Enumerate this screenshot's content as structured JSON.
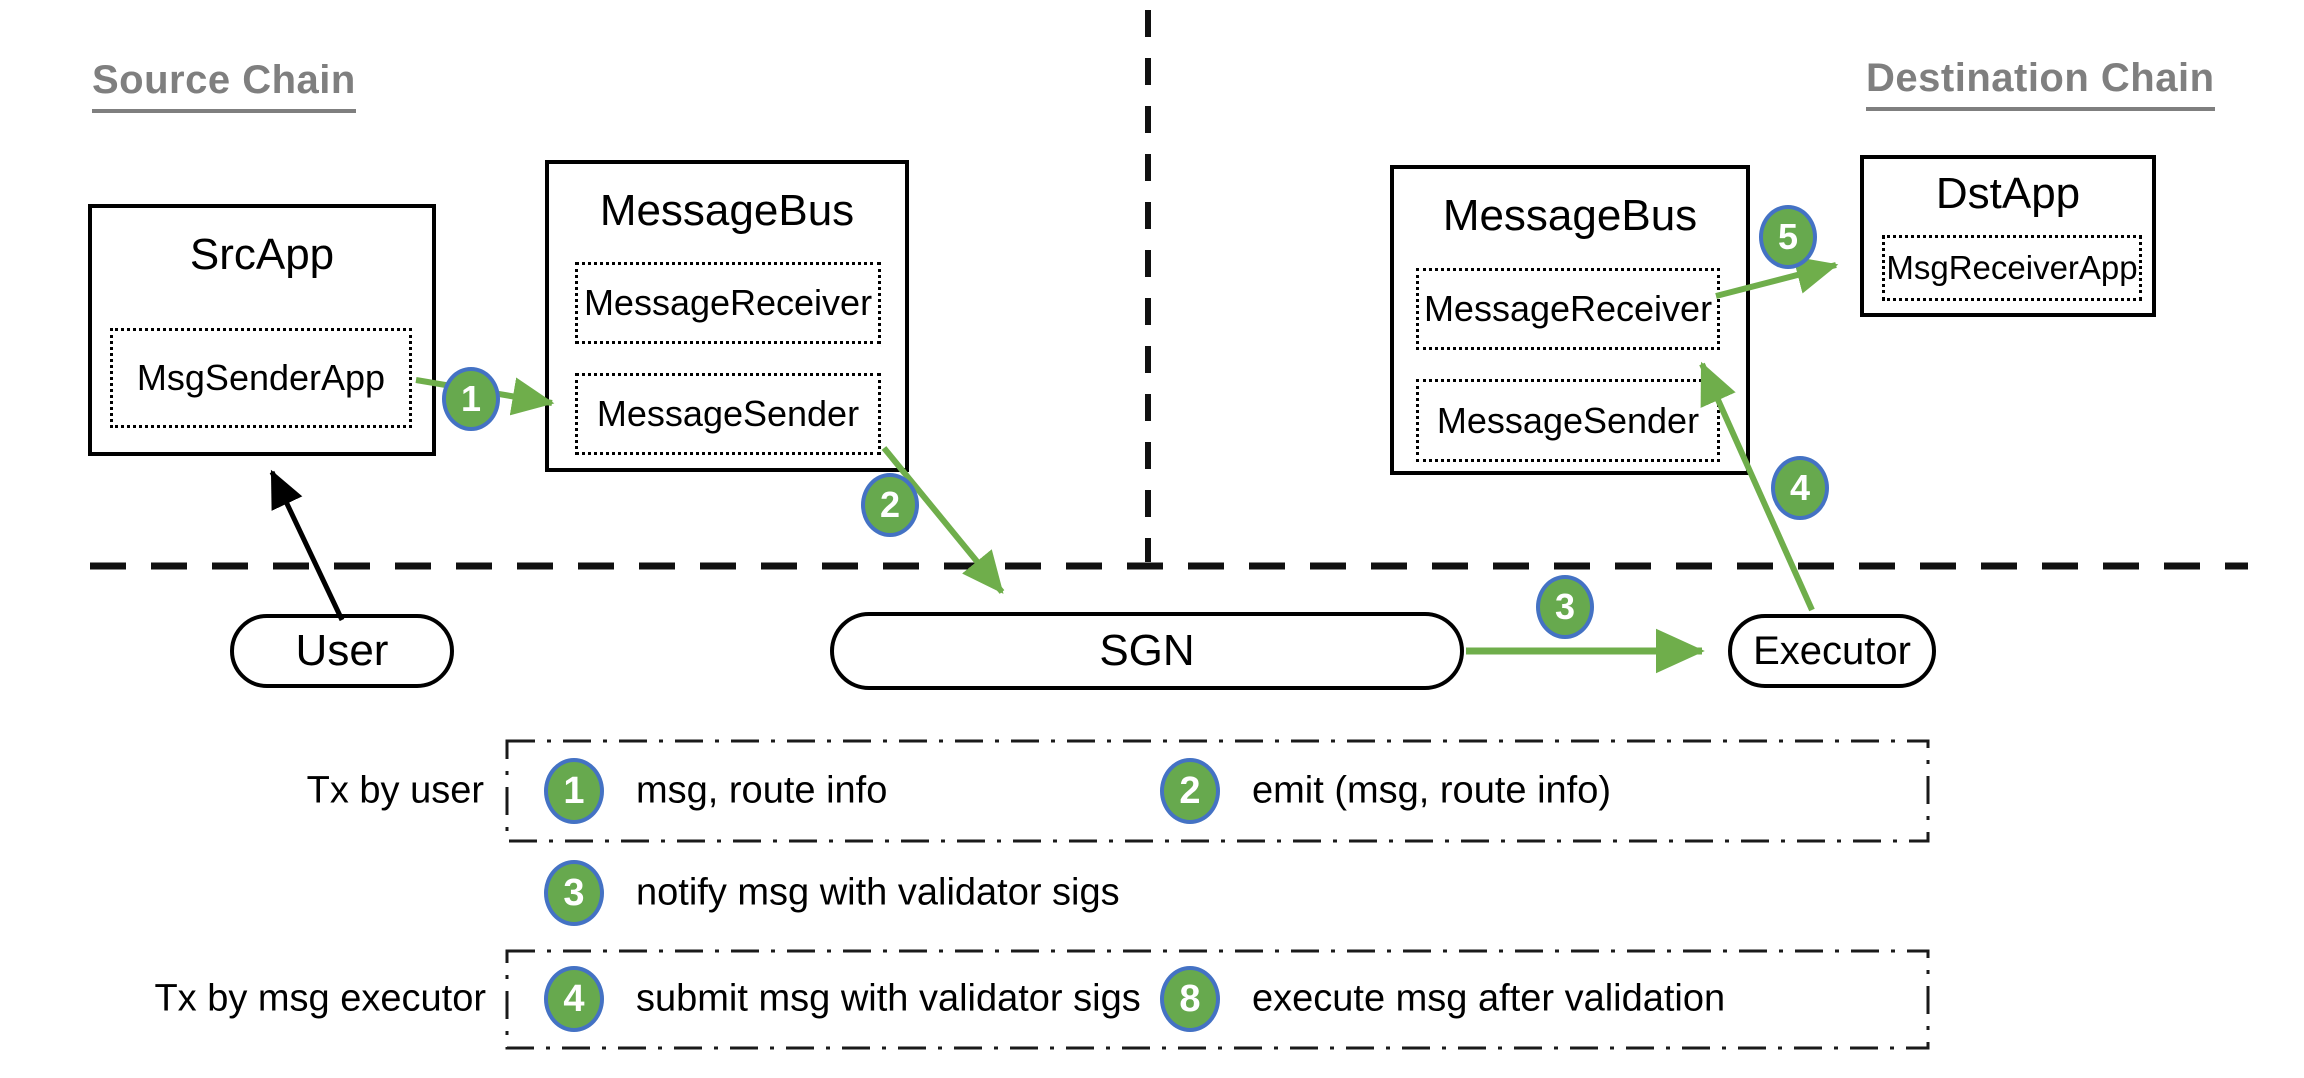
{
  "headings": {
    "source": "Source Chain",
    "destination": "Destination Chain"
  },
  "source_chain": {
    "src_app": {
      "title": "SrcApp",
      "inner": "MsgSenderApp"
    },
    "message_bus": {
      "title": "MessageBus",
      "receiver": "MessageReceiver",
      "sender": "MessageSender"
    }
  },
  "destination_chain": {
    "message_bus": {
      "title": "MessageBus",
      "receiver": "MessageReceiver",
      "sender": "MessageSender"
    },
    "dst_app": {
      "title": "DstApp",
      "inner": "MsgReceiverApp"
    }
  },
  "network": {
    "user": "User",
    "sgn": "SGN",
    "executor": "Executor"
  },
  "step_markers": {
    "s1": "1",
    "s2": "2",
    "s3": "3",
    "s4": "4",
    "s5": "5"
  },
  "legend": {
    "row1_label": "Tx by user",
    "row2_label": "Tx by msg executor",
    "items": [
      {
        "num": "1",
        "text": "msg, route info"
      },
      {
        "num": "2",
        "text": "emit (msg, route info)"
      },
      {
        "num": "3",
        "text": "notify msg with validator sigs"
      },
      {
        "num": "4",
        "text": "submit msg with validator sigs"
      },
      {
        "num": "8",
        "text": "execute msg after validation"
      }
    ]
  },
  "colors": {
    "arrow_green": "#6fae4b",
    "circle_fill": "#67a94e",
    "circle_border": "#4472c4",
    "heading_gray": "#7f7f7f",
    "line_black": "#111111"
  }
}
